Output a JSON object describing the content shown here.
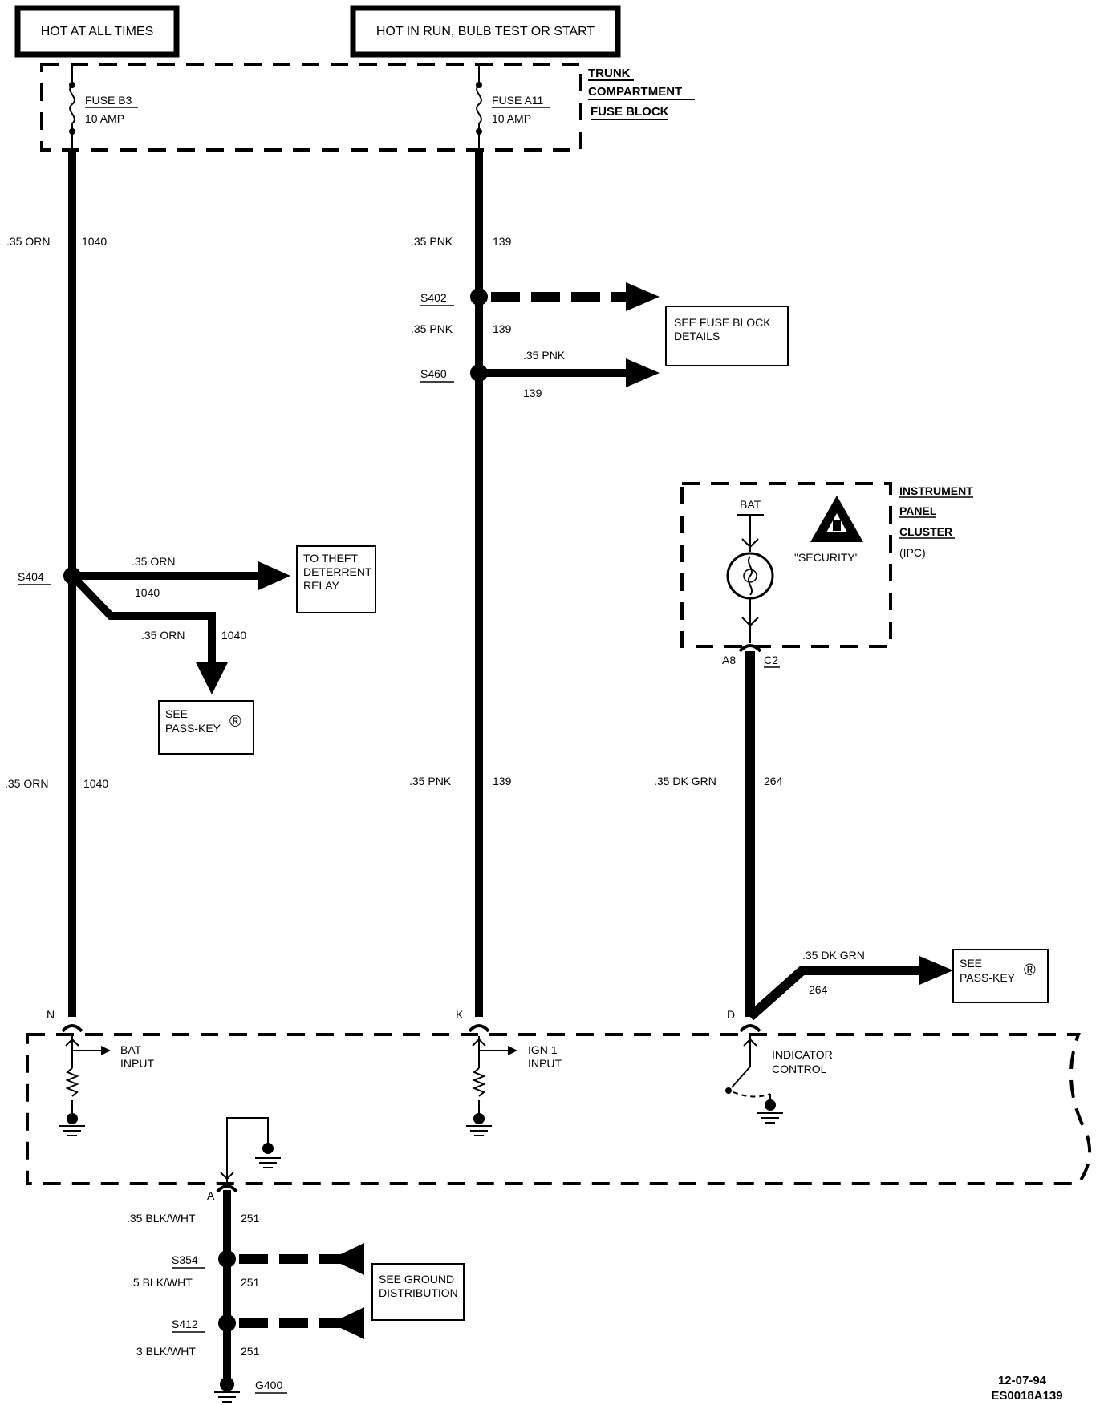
{
  "headers": {
    "hot_at_all_times": "HOT AT ALL TIMES",
    "hot_in_run": "HOT IN RUN, BULB TEST OR START"
  },
  "fuse_block": {
    "line1": "TRUNK",
    "line2": "COMPARTMENT",
    "line3": "FUSE BLOCK",
    "fuse_b3_name": "FUSE B3",
    "fuse_b3_rating": "10 AMP",
    "fuse_a11_name": "FUSE A11",
    "fuse_a11_rating": "10 AMP"
  },
  "wires": {
    "orn_gauge": ".35 ORN",
    "orn_circuit": "1040",
    "pnk_gauge": ".35 PNK",
    "pnk_circuit": "139",
    "dkgrn_gauge": ".35 DK GRN",
    "dkgrn_circuit": "264",
    "blkwht_gauge_1": ".35 BLK/WHT",
    "blkwht_gauge_2": ".5 BLK/WHT",
    "blkwht_gauge_3": "3 BLK/WHT",
    "blkwht_circuit": "251"
  },
  "splices": {
    "s402": "S402",
    "s460": "S460",
    "s404": "S404",
    "s354": "S354",
    "s412": "S412",
    "g400": "G400"
  },
  "boxes": {
    "fuse_details_1": "SEE FUSE BLOCK",
    "fuse_details_2": "DETAILS",
    "theft_1": "TO THEFT",
    "theft_2": "DETERRENT",
    "theft_3": "RELAY",
    "passkey_1": "SEE",
    "passkey_2": "PASS-KEY",
    "passkey_reg": "®",
    "ground_1": "SEE GROUND",
    "ground_2": "DISTRIBUTION"
  },
  "ipc": {
    "line1": "INSTRUMENT",
    "line2": "PANEL",
    "line3": "CLUSTER",
    "line4": "(IPC)",
    "bat": "BAT",
    "security": "\"SECURITY\"",
    "pin_a8": "A8",
    "conn_c2": "C2"
  },
  "module": {
    "pin_n": "N",
    "pin_k": "K",
    "pin_d": "D",
    "pin_a": "A",
    "bat_input_1": "BAT",
    "bat_input_2": "INPUT",
    "ign_input_1": "IGN 1",
    "ign_input_2": "INPUT",
    "indicator_1": "INDICATOR",
    "indicator_2": "CONTROL"
  },
  "footer": {
    "date": "12-07-94",
    "code": "ES0018A139"
  }
}
